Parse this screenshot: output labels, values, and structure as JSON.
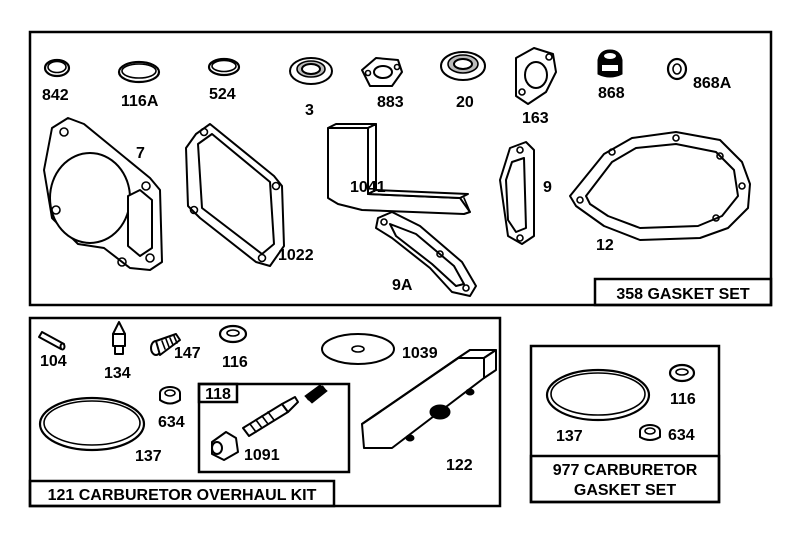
{
  "kits": {
    "gasket_set": "358 GASKET SET",
    "overhaul_kit": "121 CARBURETOR OVERHAUL KIT",
    "carb_gasket_set_line1": "977 CARBURETOR",
    "carb_gasket_set_line2": "GASKET SET",
    "sub_kit": "118"
  },
  "parts": {
    "p842": "842",
    "p116A": "116A",
    "p524": "524",
    "p3": "3",
    "p883": "883",
    "p20": "20",
    "p163": "163",
    "p868": "868",
    "p868A": "868A",
    "p7": "7",
    "p1022": "1022",
    "p1041": "1041",
    "p9": "9",
    "p9A": "9A",
    "p12": "12",
    "p104": "104",
    "p134": "134",
    "p147": "147",
    "p116": "116",
    "p1039": "1039",
    "p634": "634",
    "p137": "137",
    "p1091": "1091",
    "p122": "122"
  }
}
